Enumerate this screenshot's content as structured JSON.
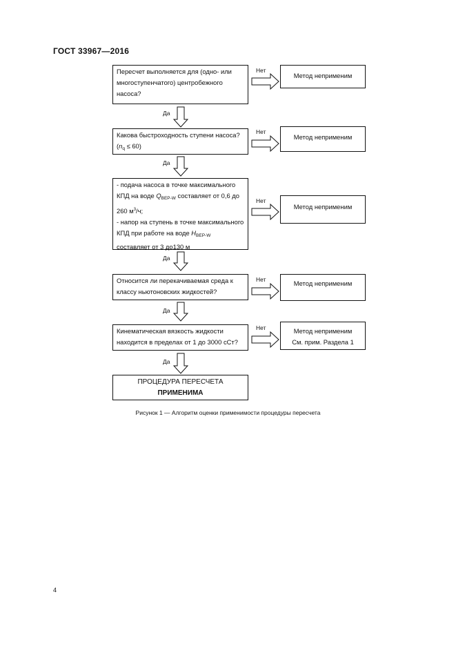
{
  "header": {
    "doc_id": "ГОСТ  33967—2016"
  },
  "labels": {
    "yes": "Да",
    "no": "Нет"
  },
  "steps": [
    {
      "lines": [
        "Пересчет выполняется для (одно- или",
        "многоступенчатого) центробежного",
        "насоса?"
      ]
    },
    {
      "lines": [
        "Какова быстроходность ступени насоса?"
      ],
      "formula": {
        "open": "(",
        "var": "n",
        "sub": "q",
        "rest": " ≤ 60)"
      }
    },
    {
      "line1": "- подача насоса в точке максимального",
      "line2_pre": "КПД на воде ",
      "line2_var": "Q",
      "line2_sub": "BEP-W",
      "line2_post": " составляет от 0,6 до",
      "line3_pre": "260 м",
      "line3_sup": "3",
      "line3_post": "/ч;",
      "line4": "- напор на ступень в точке максимального",
      "line5_pre": "КПД при работе на воде ",
      "line5_var": "H",
      "line5_sub": "BEP-W",
      "line6": "составляет от 3 до130 м"
    },
    {
      "lines": [
        "Относится ли перекачиваемая среда к",
        "классу ньютоновских жидкостей?"
      ]
    },
    {
      "lines": [
        "Кинематическая вязкость жидкости",
        "находится в пределах от 1 до 3000 сСт?"
      ]
    }
  ],
  "not_applicable": [
    {
      "lines": [
        "Метод неприменим"
      ]
    },
    {
      "lines": [
        "Метод неприменим"
      ]
    },
    {
      "lines": [
        "Метод неприменим"
      ]
    },
    {
      "lines": [
        "Метод неприменим"
      ]
    },
    {
      "lines": [
        "Метод неприменим",
        "См. прим. Раздела 1"
      ]
    }
  ],
  "final": {
    "line1": "ПРОЦЕДУРА ПЕРЕСЧЕТА",
    "line2": "ПРИМЕНИМА"
  },
  "caption": "Рисунок 1 — Алгоритм оценки применимости процедуры пересчета",
  "page_number": "4"
}
